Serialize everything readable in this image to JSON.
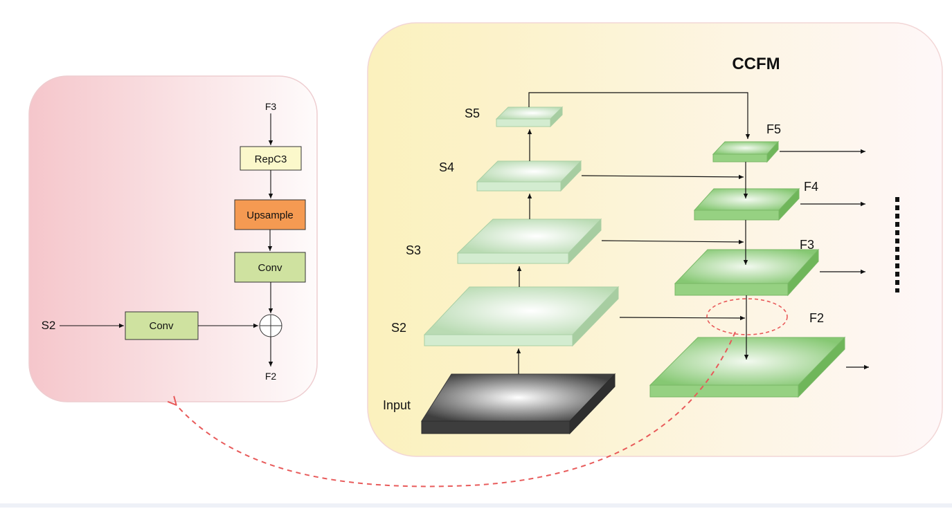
{
  "title": "CCFM",
  "backbone": {
    "input_label": "Input",
    "stage_labels": [
      "S2",
      "S3",
      "S4",
      "S5"
    ]
  },
  "fusion": {
    "output_labels": [
      "F2",
      "F3",
      "F4",
      "F5"
    ]
  },
  "detail": {
    "top_input": "F3",
    "side_input": "S2",
    "output": "F2",
    "blocks": {
      "repc3": "RepC3",
      "upsample": "Upsample",
      "conv_main": "Conv",
      "conv_side": "Conv"
    },
    "merge_symbol": "element-wise add"
  },
  "colors": {
    "ccfm_panel_left": "#fcf3c2",
    "ccfm_panel_right": "#fef8f8",
    "detail_panel_left": "#f5c9cd",
    "detail_panel_right": "#fefafa",
    "backbone_layer": "#c9e6c5",
    "fusion_layer": "#8fce7c",
    "input_layer": "#555555",
    "repc3_fill": "#fbf7c8",
    "upsample_fill": "#f59a52",
    "conv_fill": "#cfe2a0",
    "link_dashed": "#e85a5a"
  }
}
